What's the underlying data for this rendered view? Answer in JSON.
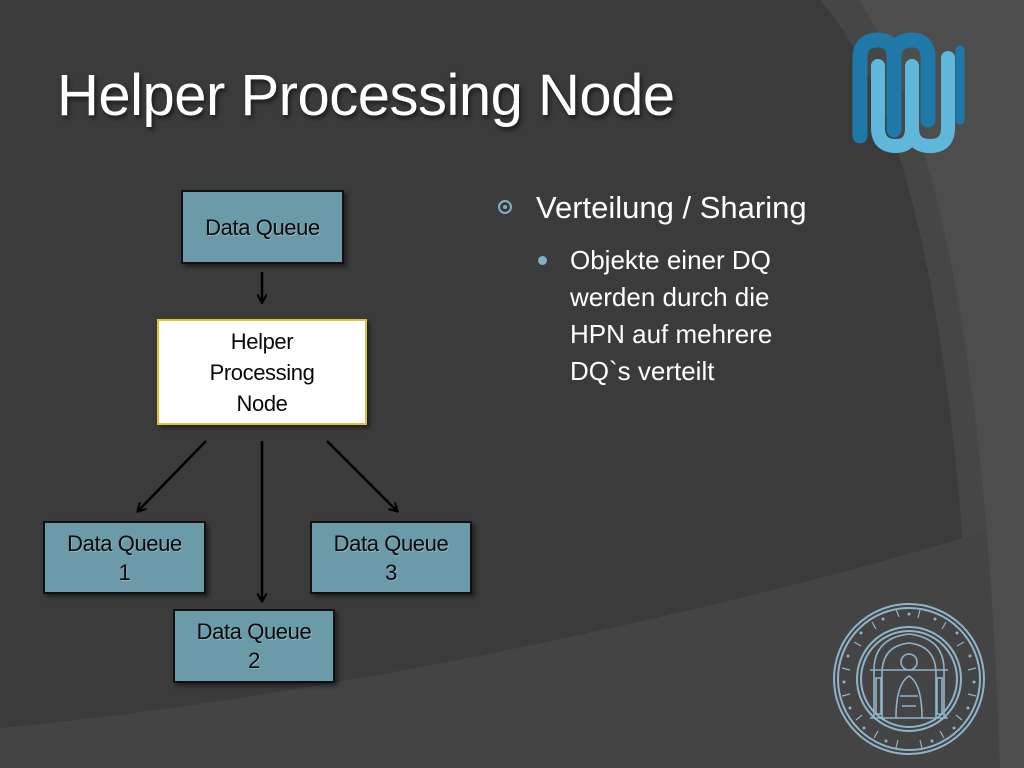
{
  "slide": {
    "title": "Helper Processing Node",
    "accent_color": "#7fb2c6",
    "box_fill_color": "#6b9aa8"
  },
  "diagram": {
    "top_queue": "Data Queue",
    "helper_node": [
      "Helper",
      "Processing",
      "Node"
    ],
    "queue_1": [
      "Data Queue",
      "1"
    ],
    "queue_2": [
      "Data Queue",
      "2"
    ],
    "queue_3": [
      "Data Queue",
      "3"
    ]
  },
  "bullets": {
    "level1": "Verteilung / Sharing",
    "level2": [
      "Objekte einer DQ",
      "werden durch die",
      "HPN auf mehrere",
      "DQ`s verteilt"
    ]
  },
  "icons": {
    "logo": "university-logo-icon",
    "seal": "university-seal-icon"
  }
}
